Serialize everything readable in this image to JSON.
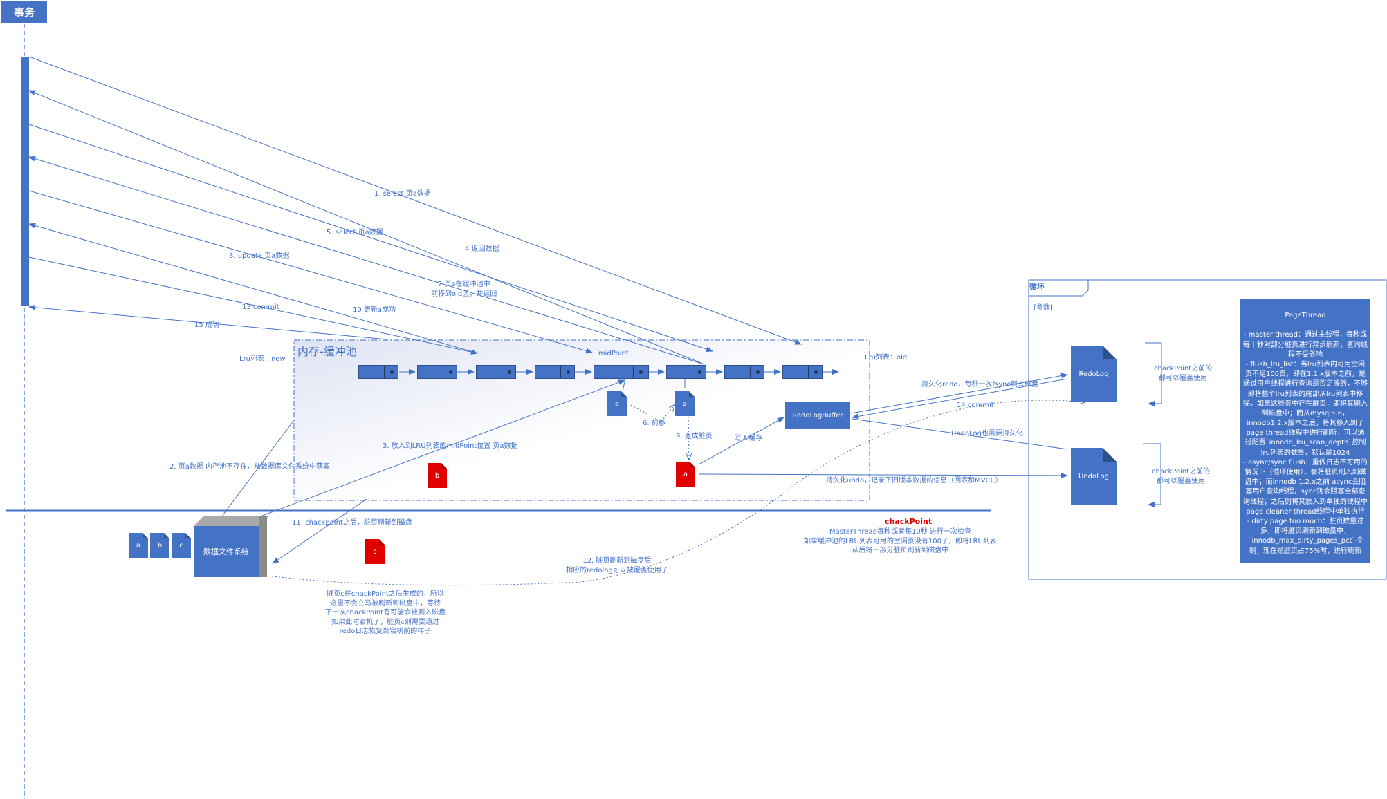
{
  "header": {
    "title": "事务"
  },
  "pool": {
    "title": "内存-缓冲池",
    "new_label": "Lru列表：new",
    "old_label": "Lru列表：old",
    "midpoint_label": "midPoint"
  },
  "pages": {
    "a": "a",
    "b": "b",
    "c": "c"
  },
  "boxes": {
    "redolog_buffer": "RedoLogBuffer",
    "redolog": "RedoLog",
    "undolog": "UndoLog",
    "db_file_system": "数据文件系统"
  },
  "cycle": {
    "title": "循环",
    "param": "[参数]"
  },
  "pagethread": {
    "title": "PageThread",
    "body": "- master thread：通过主线程，每秒或每十秒对部分脏页进行异步刷新，查询线程不受影响\n- flush_lru_list：当lru列表内可用空闲页不足100页，即在1.1.x版本之前，是通过用户线程进行查询是否足够的，不够即将整个lru列表的尾部从lru列表中移除，如果这些页中存在脏页，即将其刷入到磁盘中；而从mysql5.6，innodb1.2.x版本之后，将其移入到了page thread线程中进行刷新，可以通过配置`innodb_lru_scan_depth`控制lru列表的数量，默认是1024\n- async/sync flush：重做日志不可用的情况下（循环使用），会将脏页刷入到磁盘中；而innodb 1.2.x之前 async会阻塞用户查询线程，sync则会阻塞全部查询线程；之后则将其放入到单独的线程中page cleaner thread线程中单独执行\n- dirty page too much：脏页数量过多，即将脏页刷新到磁盘中，`innodb_max_dirty_pages_pct`控制，现在是脏页占75%时，进行刷新"
  },
  "labels": {
    "l1": "1. select 页a数据",
    "l2": "2. 页a数据 内存池不存在，从数据库文件系统中获取",
    "l3": "3. 放入到LRU列表的midPoint位置 页a数据",
    "l4": "4 返回数据",
    "l5": "5. select 页a数据",
    "l6": "6. 前移",
    "l7": "7  页a在缓冲池中\n前移到old区，并返回",
    "l8": "8. update 页a数据",
    "l9": "9. 变成脏页",
    "l10": "10 更新a成功",
    "l11": "11. chackpoint之后，脏页刷新到磁盘",
    "l12": "12. 脏页刷新到磁盘后\n相应的redolog可以被覆盖使用了",
    "l13": "13  commit",
    "l14": "14  commit",
    "l15": "15 成功",
    "write_cache": "写入缓存",
    "persist_redo": "持久化redo，每秒一次fsync刷入磁盘",
    "undolog_persist": "UndoLog也需要持久化",
    "persist_undo": "持久化undo，记录下旧版本数据的信息（回滚和MVCC）",
    "redo_cover": "chackPoint之前的\n都可以覆盖使用",
    "undo_cover": "chackPoint之前的\n都可以覆盖使用",
    "dirty_c_note": "脏页c在chackPoint之后生成的，所以\n这里不会立马被刷新到磁盘中，等待\n下一次chackPoint有可能会被刷入磁盘\n如果此时宕机了，脏页c则需要通过\nredo日志恢复到宕机前的样子",
    "checkpoint_title": "chackPoint",
    "checkpoint_body": "MasterThread每秒或者每10秒 进行一次检查\n如果缓冲池的LRU列表可用的空闲页没有100了，即将LRU列表\n从后将一部分脏页刷新到磁盘中"
  }
}
